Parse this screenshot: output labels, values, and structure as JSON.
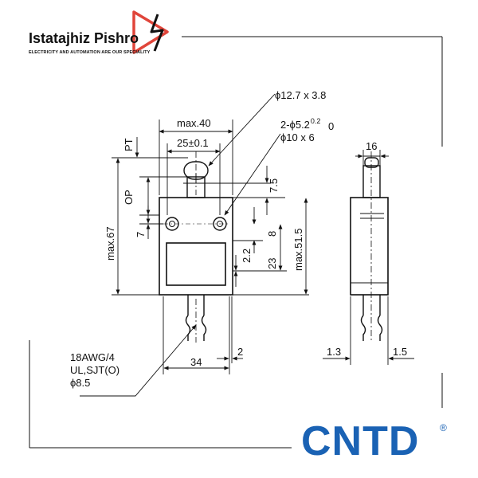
{
  "brand": {
    "company": "Istatajhiz Pishro",
    "tagline": "ELECTRICITY AND AUTOMATION ARE OUR SPECIALITY",
    "logo_color": "#e0453a",
    "manufacturer": "CNTD",
    "manufacturer_mark": "®",
    "manufacturer_color": "#1a62b4"
  },
  "drawing": {
    "roller_spec": "ϕ12.7 x 3.8",
    "mount_holes_spec_prefix": "2-ϕ5.2",
    "mount_holes_tol_upper": "0.2",
    "mount_holes_tol_lower": "0",
    "mount_holes_spec_line2": "ϕ10 x 6",
    "width_max": "max.40",
    "hole_spacing": "25±0.1",
    "label_pt": "PT",
    "label_op": "OP",
    "dim_7": "7",
    "dim_max67": "max.67",
    "dim_7_5": "7.5",
    "dim_8": "8",
    "dim_max51_5": "max.51.5",
    "dim_2_2": "2.2",
    "dim_23": "23",
    "dim_34": "34",
    "dim_2": "2",
    "cable_line1": "18AWG/4",
    "cable_line2": "UL,SJT(O)",
    "cable_line3": "ϕ8.5",
    "side_width": "16",
    "side_left": "1.3",
    "side_right": "1.5"
  }
}
